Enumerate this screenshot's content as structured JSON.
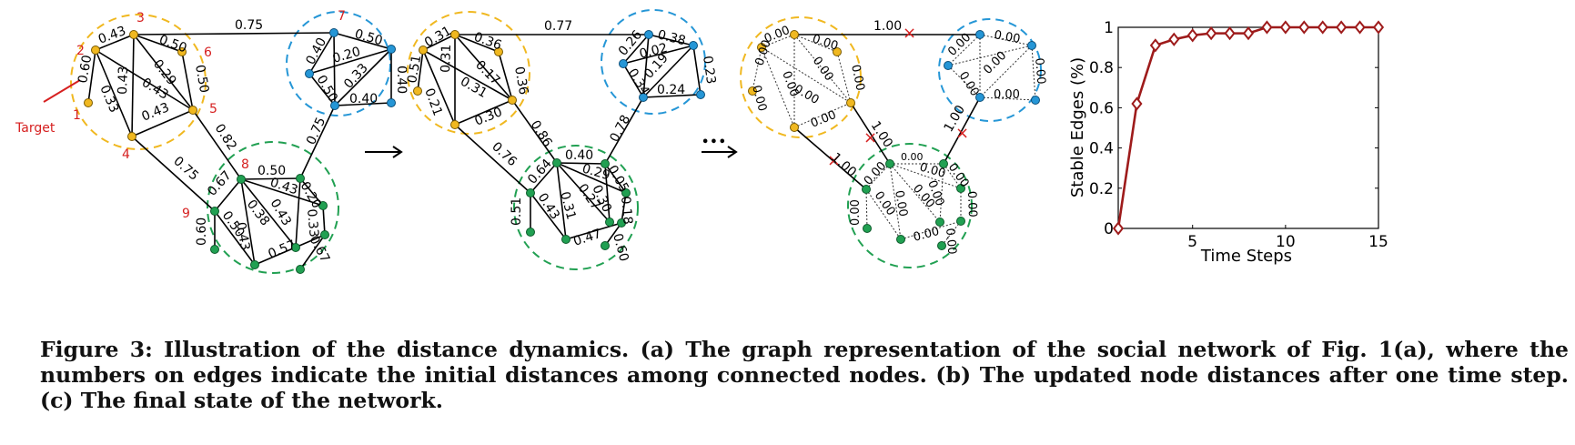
{
  "caption": "Figure 3: Illustration of the distance dynamics. (a) The graph representation of the social network of Fig. 1(a), where the numbers on edges indicate the initial distances among connected nodes. (b) The updated node distances after one time step. (c) The final state of the network.",
  "colors": {
    "yellow": "#f0b820",
    "blue": "#2596d6",
    "green": "#21a052",
    "red_label": "#d62020",
    "chart_line": "#9e1b1b",
    "arrow": "#000000"
  },
  "between_arrows": {
    "dots": "•••"
  },
  "graph_a": {
    "target_label": "Target",
    "node_ids": [
      "1",
      "2",
      "3",
      "4",
      "5",
      "6",
      "7",
      "8",
      "9"
    ],
    "edge_labels": {
      "top": "0.75",
      "y_2_1": "0.60",
      "y_2_3": "0.43",
      "y_2_4": "0.33",
      "y_3_4": "0.43",
      "y_3_6": "0.50",
      "y_3_5": "0.29",
      "y_6_5": "0.50",
      "y_2_5": "0.43",
      "y_4_5": "0.43",
      "b_1": "0.40",
      "b_2": "0.50",
      "b_3": "0.20",
      "b_4": "0.50",
      "b_5": "0.33",
      "b_6": "0.40",
      "b_7": "0.40",
      "yg_5_8": "0.82",
      "yg_4_9": "0.75",
      "bg": "0.75",
      "g_1": "0.67",
      "g_2": "0.50",
      "g_3": "0.43",
      "g_4": "0.20",
      "g_5": "0.43",
      "g_6": "0.60",
      "g_7": "0.50",
      "g_8": "0.38",
      "g_9": "0.43",
      "g_10": "0.33",
      "g_11": "0.57",
      "g_12": "0.67"
    }
  },
  "graph_b": {
    "edge_labels": {
      "top": "0.77",
      "y_1": "0.31",
      "y_2": "0.36",
      "y_3": "0.51",
      "y_4": "0.31",
      "y_5": "0.17",
      "y_6": "0.36",
      "y_7": "0.21",
      "y_8": "0.31",
      "y_9": "0.30",
      "b_1": "0.26",
      "b_2": "0.38",
      "b_3": "0.02",
      "b_4": "0.19",
      "b_5": "0.34",
      "b_6": "0.23",
      "b_7": "0.24",
      "yg_1": "0.86",
      "yg_2": "0.76",
      "bg": "0.78",
      "g_1": "0.40",
      "g_2": "0.64",
      "g_3": "0.29",
      "g_4": "0.05",
      "g_5": "0.51",
      "g_6": "0.43",
      "g_7": "0.31",
      "g_8": "0.27",
      "g_9": "0.30",
      "g_10": "0.18",
      "g_11": "0.47",
      "g_12": "0.60"
    }
  },
  "graph_c": {
    "edge_labels": {
      "top": "1.00",
      "yg_1": "1.00",
      "yg_2": "1.00",
      "bg": "1.00",
      "zero": "0.00"
    },
    "cut_mark": "×"
  },
  "chart_data": {
    "type": "line",
    "x": [
      1,
      2,
      3,
      4,
      5,
      6,
      7,
      8,
      9,
      10,
      11,
      12,
      13,
      14,
      15
    ],
    "series": [
      {
        "values": [
          0,
          0.62,
          0.91,
          0.94,
          0.96,
          0.97,
          0.97,
          0.97,
          1,
          1,
          1,
          1,
          1,
          1,
          1
        ]
      }
    ],
    "xlabel": "Time Steps",
    "ylabel": "Stable Edges (%)",
    "xlim": [
      1,
      15
    ],
    "ylim": [
      0,
      1
    ],
    "xticks": [
      "5",
      "10",
      "15"
    ],
    "yticks": [
      "0",
      "0.2",
      "0.4",
      "0.6",
      "0.8",
      "1"
    ],
    "xtick_values": [
      5,
      10,
      15
    ],
    "ytick_values": [
      0,
      0.2,
      0.4,
      0.6,
      0.8,
      1
    ],
    "marker": "diamond"
  }
}
